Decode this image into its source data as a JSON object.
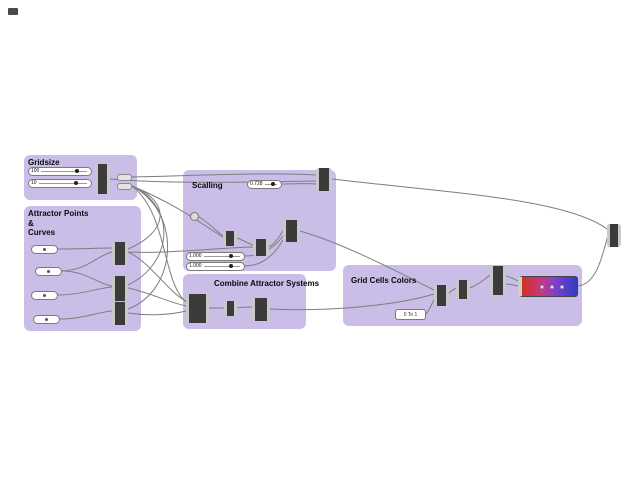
{
  "groups": {
    "gridsize": {
      "label": "Gridsize"
    },
    "attractor": {
      "label": "Attractor Points\n&\nCurves"
    },
    "scalling": {
      "label": "Scalling"
    },
    "combine": {
      "label": "Combine Attractor Systems"
    },
    "gridcolors": {
      "label": "Grid Cells Colors"
    }
  },
  "sliders": {
    "grid_a": {
      "value": "100"
    },
    "grid_b": {
      "value": "10"
    },
    "scale": {
      "value": "0.728"
    },
    "range_a": {
      "value": "1.000"
    },
    "range_b": {
      "value": "1.000"
    }
  },
  "panel": {
    "value": "0 To 1"
  },
  "colors": {
    "group_fill": "#cabde8",
    "wire": "#7e7e7e",
    "node_body": "#3b3b3b",
    "gradient_stops": [
      "#d03020",
      "#c2388f",
      "#7a3fd0",
      "#2e3ec0"
    ]
  }
}
